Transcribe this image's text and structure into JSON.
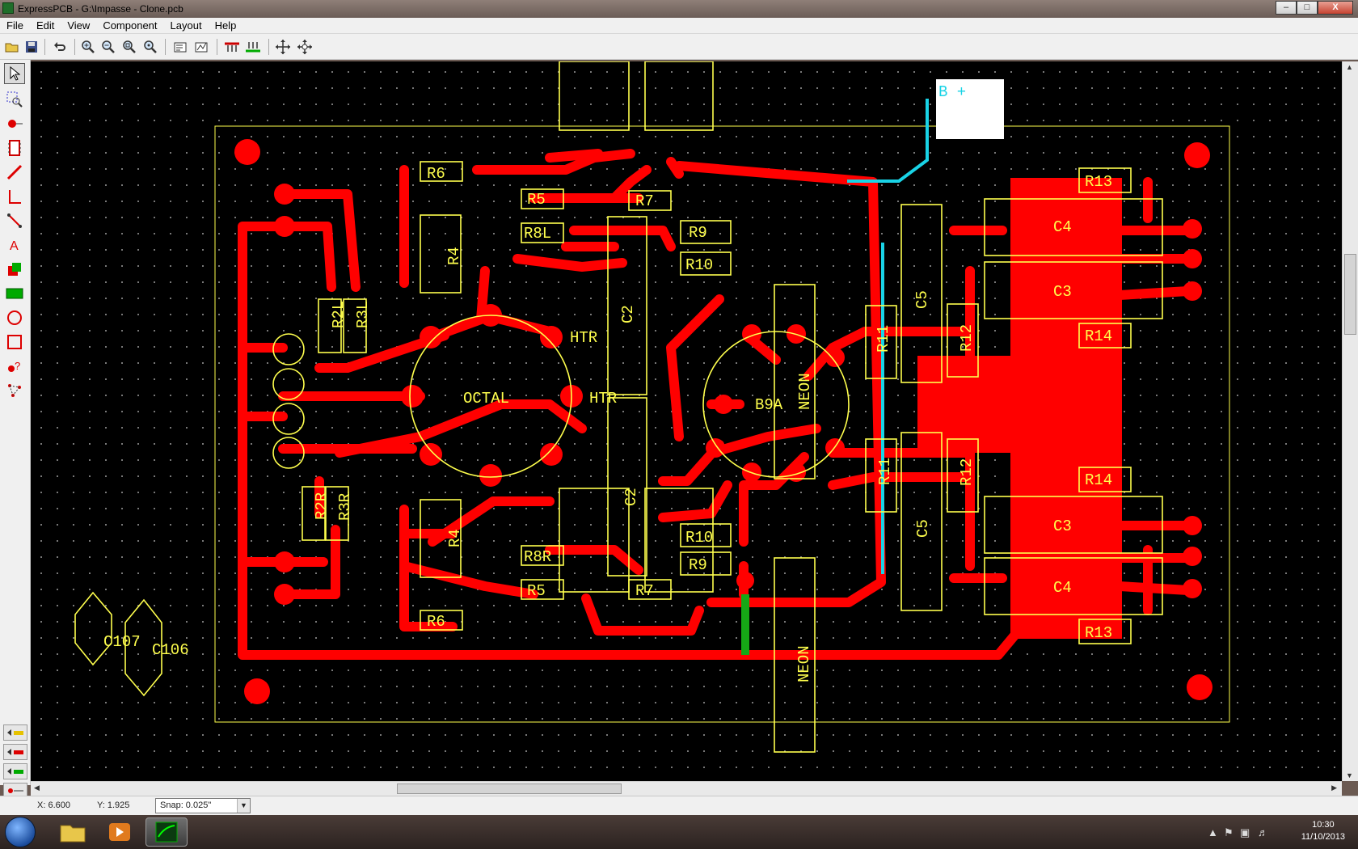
{
  "window": {
    "title": "ExpressPCB - G:\\Impasse - Clone.pcb",
    "buttons": [
      "–",
      "□",
      "X"
    ]
  },
  "menu": [
    "File",
    "Edit",
    "View",
    "Component",
    "Layout",
    "Help"
  ],
  "toolbar_icons": [
    "open-icon",
    "save-icon",
    "undo-icon",
    "zoom-in-icon",
    "zoom-out-icon",
    "zoom-window-icon",
    "zoom-fit-icon",
    "properties-icon",
    "netlist-icon",
    "top-layer-icon",
    "bottom-layer-icon",
    "pan-icon",
    "center-icon"
  ],
  "palette_icons": [
    "pointer-icon",
    "zoom-select-icon",
    "pad-icon",
    "component-icon",
    "trace-icon",
    "dimension-icon",
    "rats-nest-icon",
    "text-icon",
    "fill-icon",
    "ground-plane-icon",
    "circle-icon",
    "rectangle-icon",
    "query-icon",
    "net-icon"
  ],
  "layer_buttons": [
    "silkscreen-layer",
    "bottom-layer",
    "top-layer",
    "layer-settings"
  ],
  "board": {
    "labels": {
      "r6a": "R6",
      "r5a": "R5",
      "r7a": "R7",
      "r8l": "R8L",
      "r9a": "R9",
      "r10a": "R10",
      "r4a": "R4",
      "r2l": "R2L",
      "r3l": "R3L",
      "octal": "OCTAL",
      "htr1": "HTR",
      "htr2": "HTR",
      "c2a": "C2",
      "b9a": "B9A",
      "neon1": "NEON",
      "c5a": "C5",
      "r11a": "R11",
      "r12a": "R12",
      "r13a": "R13",
      "c4a": "C4",
      "c3a": "C3",
      "r14a": "R14",
      "r14b": "R14",
      "c3b": "C3",
      "c4b": "C4",
      "r13b": "R13",
      "r11b": "R11",
      "r12b": "R12",
      "c5b": "C5",
      "r2r": "R2R",
      "r3r": "R3R",
      "r4b": "R4",
      "r8r": "R8R",
      "r5b": "R5",
      "r7b": "R7",
      "r10b": "R10",
      "r9b": "R9",
      "r6b": "R6",
      "c2b": "C2",
      "neon2": "NEON",
      "c107": "C107",
      "c106": "C106",
      "bplus": "B +"
    },
    "colors": {
      "trace": "#ff0000",
      "silk": "#ffff4d",
      "cyan": "#19d3e6",
      "green": "#16a816",
      "background": "#000000"
    }
  },
  "status": {
    "x": "X: 6.600",
    "y": "Y: 1.925",
    "snap": "Snap:  0.025\""
  },
  "taskbar": {
    "apps": [
      "explorer-icon",
      "media-player-icon",
      "expresspcb-icon"
    ],
    "time": "10:30",
    "date": "11/10/2013"
  }
}
